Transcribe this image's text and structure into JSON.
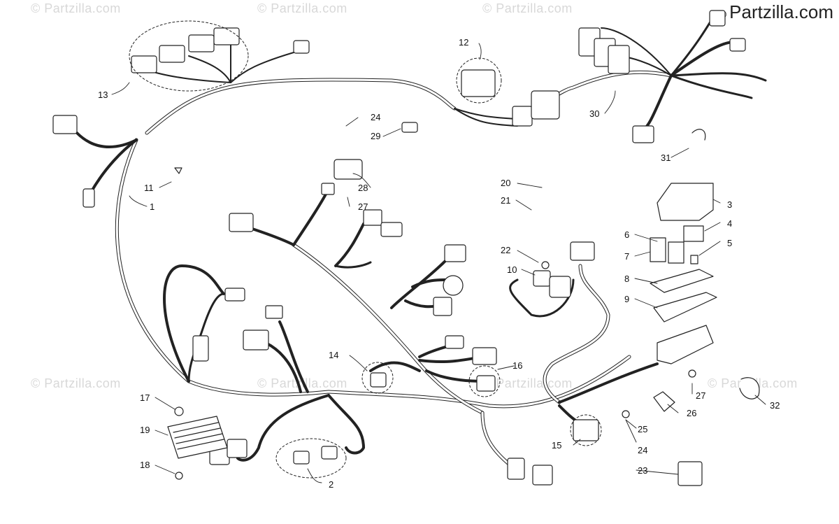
{
  "brand": {
    "name": "Partzilla.com",
    "symbol": "®"
  },
  "watermark": "© Partzilla.com",
  "callouts": [
    {
      "num": "1"
    },
    {
      "num": "2"
    },
    {
      "num": "3"
    },
    {
      "num": "4"
    },
    {
      "num": "5"
    },
    {
      "num": "6"
    },
    {
      "num": "7"
    },
    {
      "num": "8"
    },
    {
      "num": "9"
    },
    {
      "num": "10"
    },
    {
      "num": "11"
    },
    {
      "num": "12"
    },
    {
      "num": "13"
    },
    {
      "num": "14"
    },
    {
      "num": "15"
    },
    {
      "num": "16"
    },
    {
      "num": "17"
    },
    {
      "num": "18"
    },
    {
      "num": "19"
    },
    {
      "num": "20"
    },
    {
      "num": "21"
    },
    {
      "num": "22"
    },
    {
      "num": "23"
    },
    {
      "num": "24"
    },
    {
      "num": "24"
    },
    {
      "num": "25"
    },
    {
      "num": "26"
    },
    {
      "num": "27"
    },
    {
      "num": "27"
    },
    {
      "num": "28"
    },
    {
      "num": "29"
    },
    {
      "num": "30"
    },
    {
      "num": "31"
    },
    {
      "num": "32"
    }
  ],
  "colors": {
    "line": "#222222",
    "watermark": "#d8d8d8",
    "background": "#ffffff"
  }
}
